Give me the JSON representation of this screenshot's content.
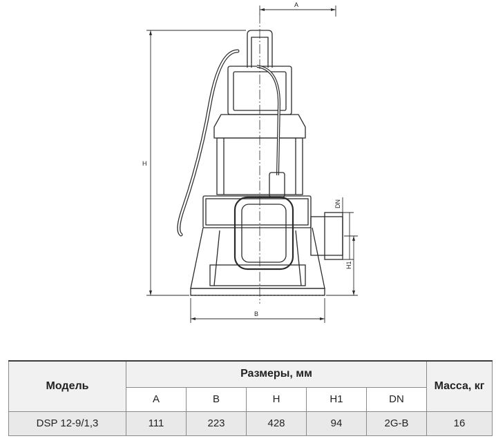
{
  "drawing": {
    "dim_labels": {
      "A": "A",
      "B": "B",
      "H": "H",
      "H1": "H1",
      "DN": "DN"
    }
  },
  "table": {
    "model_header": "Модель",
    "dims_header": "Размеры, мм",
    "mass_header": "Масса, кг",
    "columns": [
      "A",
      "B",
      "H",
      "H1",
      "DN"
    ],
    "row": {
      "model": "DSP 12-9/1,3",
      "values": [
        "111",
        "223",
        "428",
        "94",
        "2G-B"
      ],
      "mass": "16"
    }
  }
}
